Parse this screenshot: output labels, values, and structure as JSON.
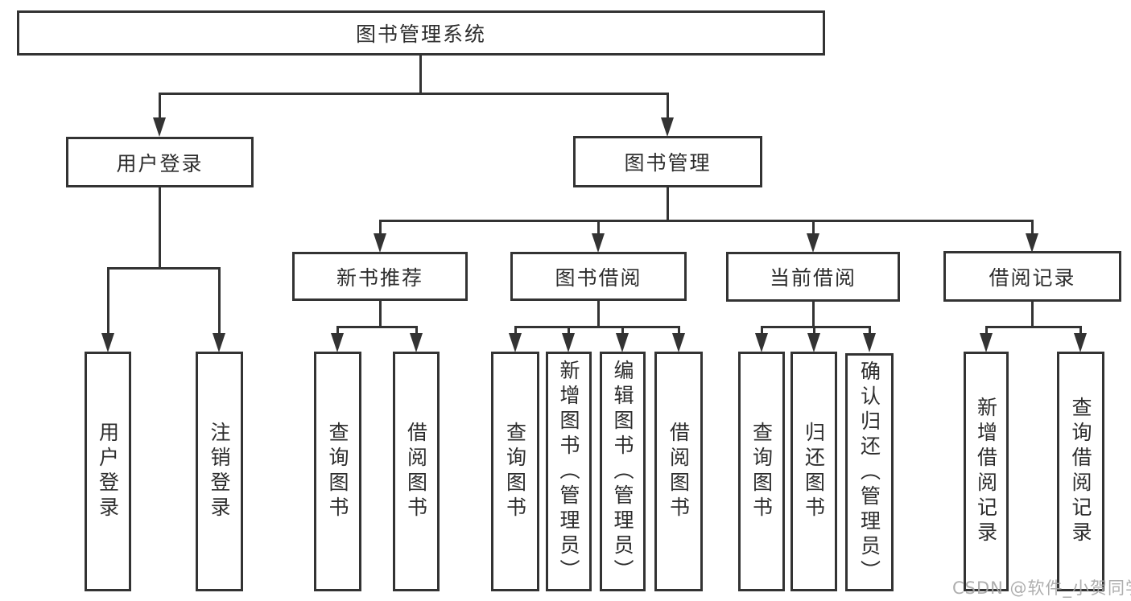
{
  "colors": {
    "line": "#333333",
    "text": "#2d2d2d",
    "box_background": "#ffffff",
    "watermark": "#a8a8a8"
  },
  "watermark": "CSDN @软件_小贺同学",
  "nodes": {
    "root": "图书管理系统",
    "user_login": "用户登录",
    "book_mgmt": "图书管理",
    "new_book_rec": "新书推荐",
    "book_borrow": "图书借阅",
    "current_borrow": "当前借阅",
    "borrow_record": "借阅记录",
    "leaf_user_login": "用户登录",
    "leaf_logout": "注销登录",
    "leaf_query_book_a": "查询图书",
    "leaf_borrow_book_a": "借阅图书",
    "leaf_query_book_b": "查询图书",
    "leaf_add_book_admin": "新增图书（管理员）",
    "leaf_edit_book_admin": "编辑图书（管理员）",
    "leaf_borrow_book_b": "借阅图书",
    "leaf_query_book_c": "查询图书",
    "leaf_return_book": "归还图书",
    "leaf_confirm_return_admin": "确认归还（管理员）",
    "leaf_add_borrow_record": "新增借阅记录",
    "leaf_query_borrow_record": "查询借阅记录"
  }
}
